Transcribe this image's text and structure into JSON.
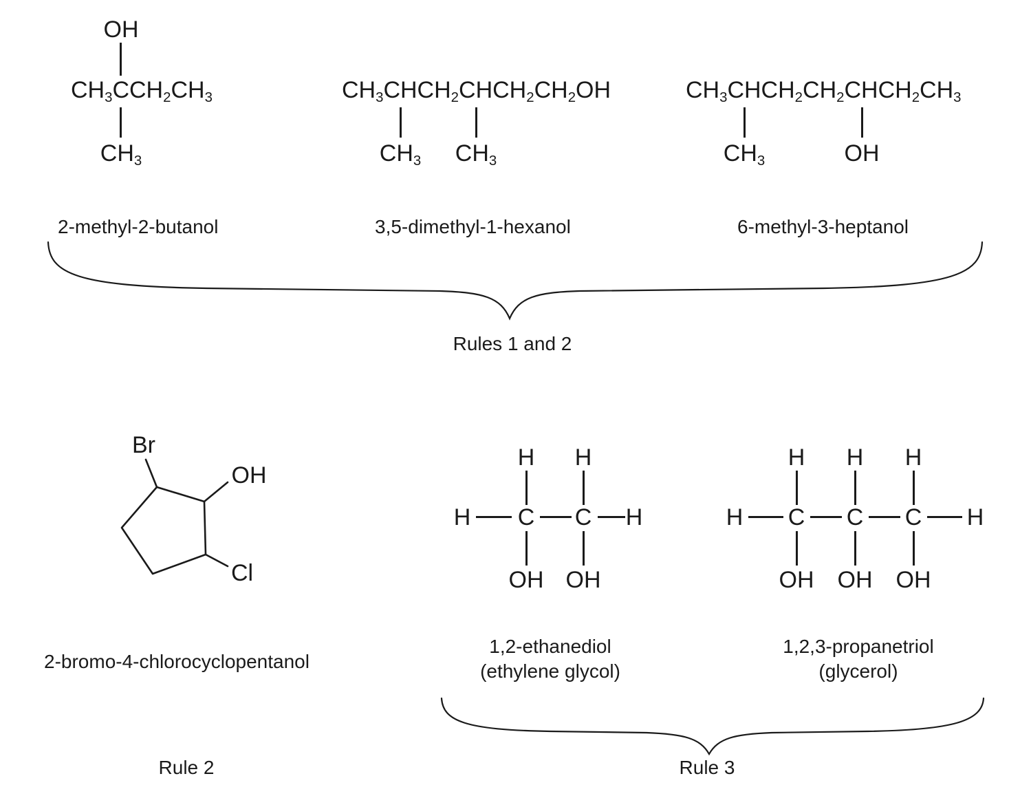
{
  "atoms": {
    "h": "H",
    "c": "C",
    "oh": "OH"
  },
  "top_row": {
    "structures": [
      {
        "above": "OH",
        "chain": "CH_3CCH_2CH_3",
        "below1": "CH_3",
        "name": "2-methyl-2-butanol"
      },
      {
        "chain": "CH_3CHCH_2CHCH_2CH_2OH",
        "below1": "CH_3",
        "below2": "CH_3",
        "name": "3,5-dimethyl-1-hexanol"
      },
      {
        "chain": "CH_3CHCH_2CH_2CHCH_2CH_3",
        "below1": "CH_3",
        "below2": "OH",
        "name": "6-methyl-3-heptanol"
      }
    ],
    "brace_label": "Rules 1 and 2"
  },
  "cyclopentanol": {
    "substituents": {
      "top": "Br",
      "upper_right": "OH",
      "lower_right": "Cl"
    },
    "name": "2-bromo-4-chlorocyclopentanol",
    "rule_label": "Rule 2"
  },
  "diols": {
    "ethanediol": {
      "name_line1": "1,2-ethanediol",
      "name_line2": "(ethylene glycol)"
    },
    "propanetriol": {
      "name_line1": "1,2,3-propanetriol",
      "name_line2": "(glycerol)"
    },
    "brace_label": "Rule 3"
  }
}
